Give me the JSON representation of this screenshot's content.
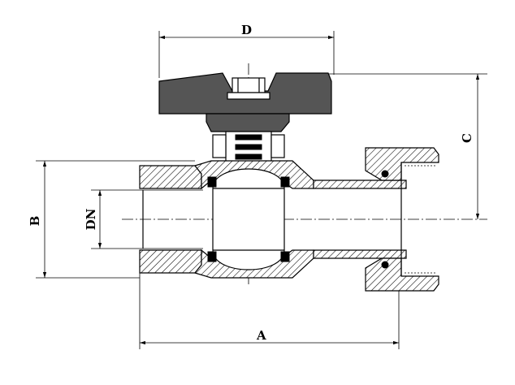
{
  "labels": {
    "d": "D",
    "c": "C",
    "b": "B",
    "dn": "DN",
    "a": "A"
  },
  "colors": {
    "line": "#000000",
    "handle": "#555555",
    "background": "#ffffff"
  }
}
